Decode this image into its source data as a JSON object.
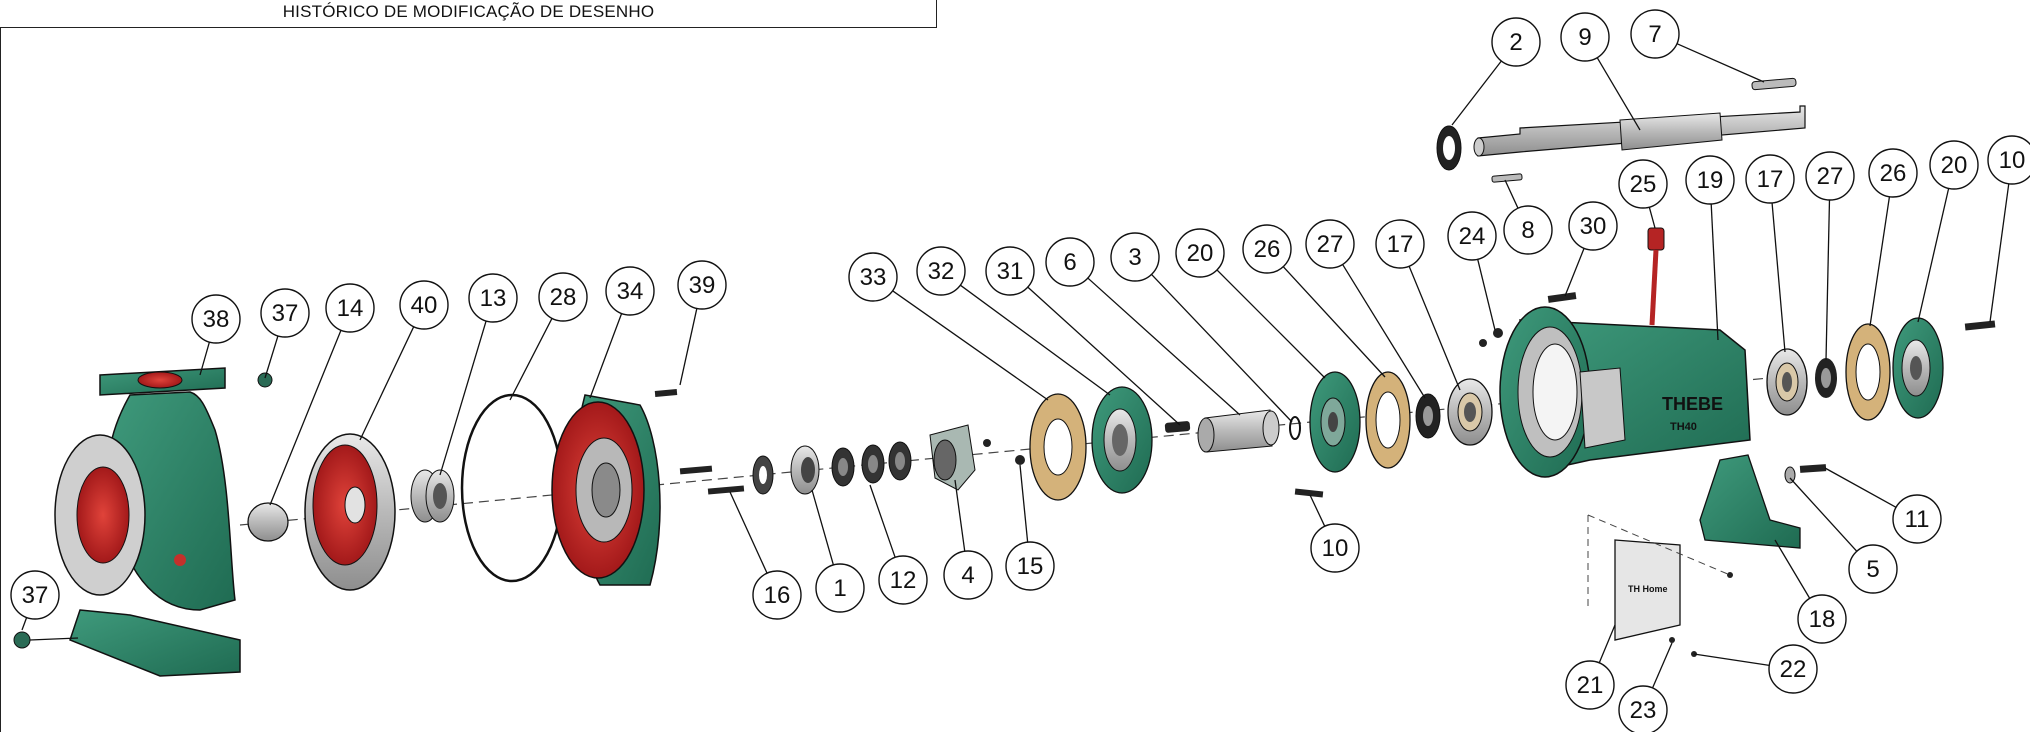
{
  "drawing": {
    "header_title": "HISTÓRICO DE MODIFICAÇÃO DE DESENHO",
    "housing_brand": "THEBE",
    "housing_model": "TH40",
    "plate_text": "TH Home"
  },
  "callouts": [
    {
      "id": "c-38",
      "label": "38"
    },
    {
      "id": "c-37a",
      "label": "37"
    },
    {
      "id": "c-14",
      "label": "14"
    },
    {
      "id": "c-40",
      "label": "40"
    },
    {
      "id": "c-13",
      "label": "13"
    },
    {
      "id": "c-28",
      "label": "28"
    },
    {
      "id": "c-34",
      "label": "34"
    },
    {
      "id": "c-39",
      "label": "39"
    },
    {
      "id": "c-37b",
      "label": "37"
    },
    {
      "id": "c-16",
      "label": "16"
    },
    {
      "id": "c-1",
      "label": "1"
    },
    {
      "id": "c-12",
      "label": "12"
    },
    {
      "id": "c-4",
      "label": "4"
    },
    {
      "id": "c-15",
      "label": "15"
    },
    {
      "id": "c-33",
      "label": "33"
    },
    {
      "id": "c-32",
      "label": "32"
    },
    {
      "id": "c-31",
      "label": "31"
    },
    {
      "id": "c-6",
      "label": "6"
    },
    {
      "id": "c-3",
      "label": "3"
    },
    {
      "id": "c-20a",
      "label": "20"
    },
    {
      "id": "c-26a",
      "label": "26"
    },
    {
      "id": "c-27a",
      "label": "27"
    },
    {
      "id": "c-17a",
      "label": "17"
    },
    {
      "id": "c-24",
      "label": "24"
    },
    {
      "id": "c-10a",
      "label": "10"
    },
    {
      "id": "c-2",
      "label": "2"
    },
    {
      "id": "c-9",
      "label": "9"
    },
    {
      "id": "c-7",
      "label": "7"
    },
    {
      "id": "c-8",
      "label": "8"
    },
    {
      "id": "c-30",
      "label": "30"
    },
    {
      "id": "c-25",
      "label": "25"
    },
    {
      "id": "c-19",
      "label": "19"
    },
    {
      "id": "c-17b",
      "label": "17"
    },
    {
      "id": "c-27b",
      "label": "27"
    },
    {
      "id": "c-26b",
      "label": "26"
    },
    {
      "id": "c-20b",
      "label": "20"
    },
    {
      "id": "c-10b",
      "label": "10"
    },
    {
      "id": "c-11",
      "label": "11"
    },
    {
      "id": "c-5",
      "label": "5"
    },
    {
      "id": "c-18",
      "label": "18"
    },
    {
      "id": "c-22",
      "label": "22"
    },
    {
      "id": "c-21",
      "label": "21"
    },
    {
      "id": "c-23",
      "label": "23"
    }
  ]
}
